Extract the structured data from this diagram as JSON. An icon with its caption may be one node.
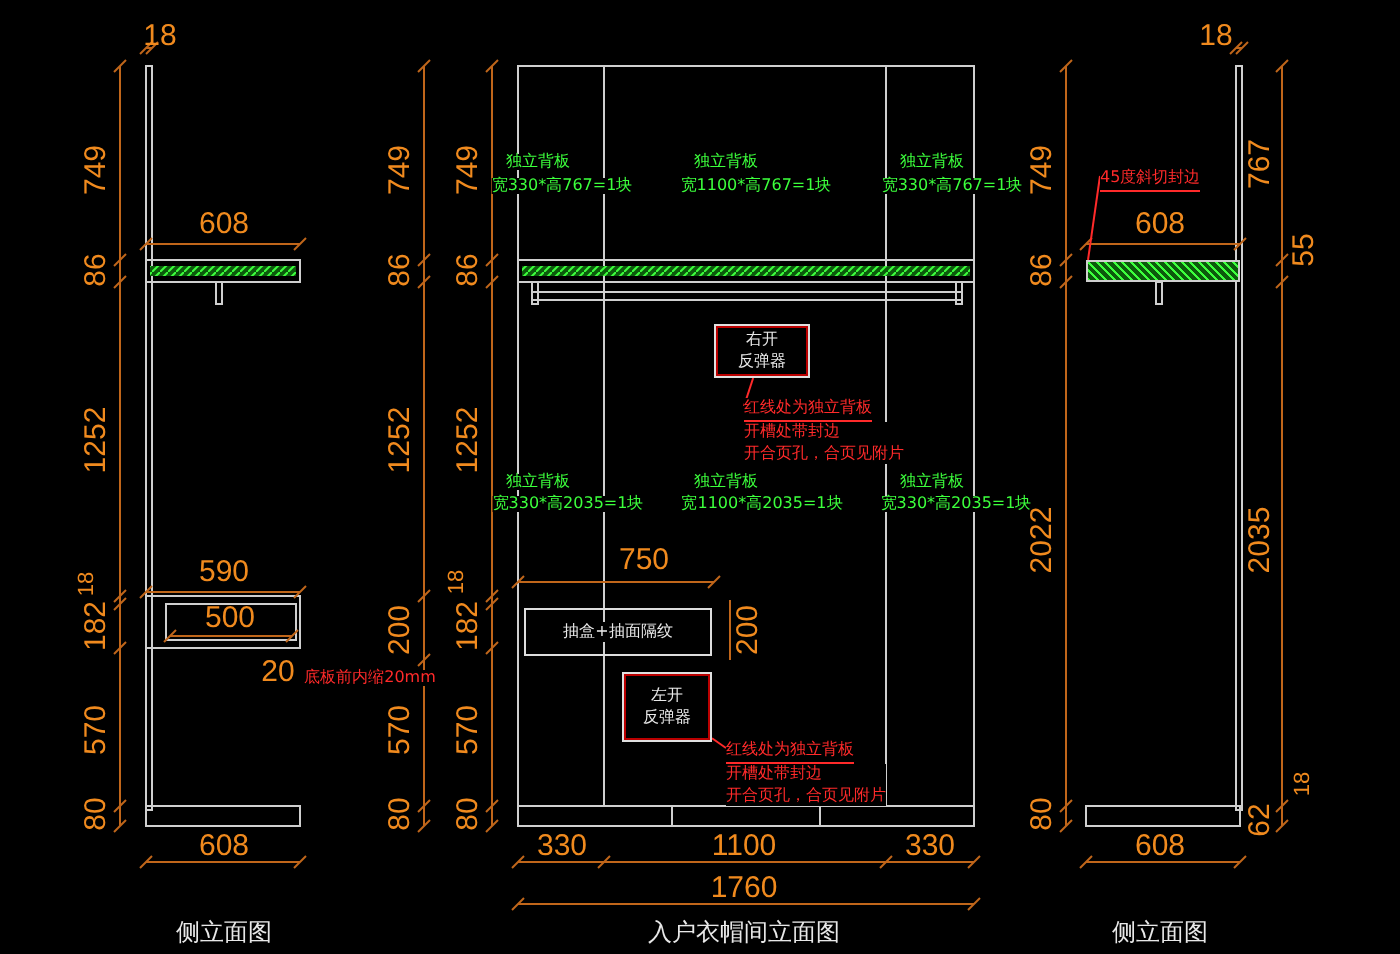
{
  "diagram": {
    "nodes": [
      {
        "text": [
          "右开",
          "反弹器"
        ]
      },
      {
        "text": [
          "红线处为独立背板",
          "开槽处带封边",
          "开合页孔，合页见附片"
        ]
      },
      {
        "text": [
          "抽盒+抽面隔纹"
        ]
      },
      {
        "text": [
          "左开",
          "反弹器"
        ]
      },
      {
        "text": [
          "红线处为独立背板",
          "开槽处带封边",
          "开合页孔，合页见附片"
        ]
      },
      {
        "text": [
          "45度斜切封边"
        ]
      },
      {
        "text": [],
        "shape": "bar"
      }
    ],
    "edges": [
      {
        "from": 1,
        "to": 0,
        "arrow": "none"
      },
      {
        "from": 4,
        "to": 3,
        "arrow": "none"
      },
      {
        "from": 5,
        "to": 6,
        "arrow": "none"
      }
    ],
    "labels": [
      "18",
      "749",
      "608",
      "86",
      "1252",
      "18",
      "590",
      "182",
      "500",
      "20",
      "底板前内缩20mm",
      "570",
      "80",
      "608",
      "侧立面图",
      "749",
      "86",
      "1252",
      "200",
      "570",
      "80",
      "749",
      "86",
      "1252",
      "18",
      "182",
      "570",
      "80",
      "独立背板",
      "宽330*高767=1块",
      "独立背板",
      "宽1100*高767=1块",
      "独立背板",
      "宽330*高767=1块",
      "独立背板",
      "宽330*高2035=1块",
      "独立背板",
      "宽1100*高2035=1块",
      "独立背板",
      "宽330*高2035=1块",
      "750",
      "200",
      "330",
      "1100",
      "330",
      "1760",
      "入户衣帽间立面图",
      "18",
      "749",
      "767",
      "608",
      "86",
      "55",
      "2022",
      "2035",
      "18",
      "80",
      "62",
      "608",
      "侧立面图"
    ]
  }
}
